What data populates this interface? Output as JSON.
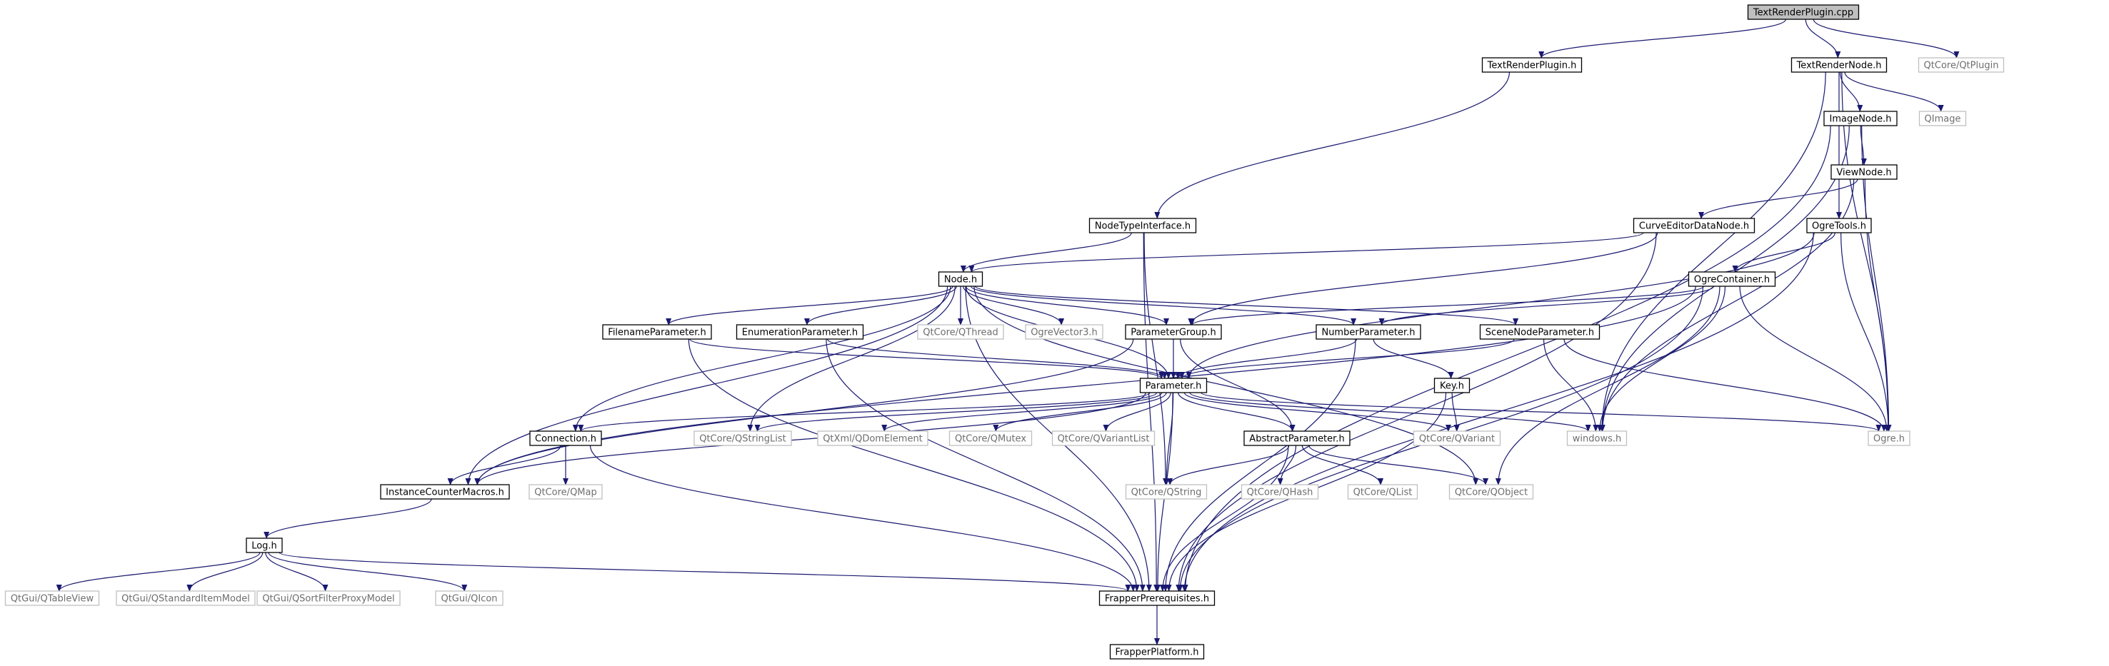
{
  "graph": {
    "edge_color": "#191970",
    "root_fill": "#bfbfbf",
    "external_border": "#bfbfbf",
    "project_border": "#000000",
    "nodes": [
      {
        "id": "trp_cpp",
        "label": "TextRenderPlugin.cpp",
        "kind": "root"
      },
      {
        "id": "trp_h",
        "label": "TextRenderPlugin.h",
        "kind": "project"
      },
      {
        "id": "trn_h",
        "label": "TextRenderNode.h",
        "kind": "project"
      },
      {
        "id": "qtplugin",
        "label": "QtCore/QtPlugin",
        "kind": "external"
      },
      {
        "id": "imagenode",
        "label": "ImageNode.h",
        "kind": "project"
      },
      {
        "id": "qimage",
        "label": "QImage",
        "kind": "external"
      },
      {
        "id": "viewnode",
        "label": "ViewNode.h",
        "kind": "project"
      },
      {
        "id": "ntif",
        "label": "NodeTypeInterface.h",
        "kind": "project"
      },
      {
        "id": "curve",
        "label": "CurveEditorDataNode.h",
        "kind": "project"
      },
      {
        "id": "ogretools",
        "label": "OgreTools.h",
        "kind": "project"
      },
      {
        "id": "node",
        "label": "Node.h",
        "kind": "project"
      },
      {
        "id": "ogrecont",
        "label": "OgreContainer.h",
        "kind": "project"
      },
      {
        "id": "filenamep",
        "label": "FilenameParameter.h",
        "kind": "project"
      },
      {
        "id": "enump",
        "label": "EnumerationParameter.h",
        "kind": "project"
      },
      {
        "id": "qthread",
        "label": "QtCore/QThread",
        "kind": "external"
      },
      {
        "id": "ogrevec",
        "label": "OgreVector3.h",
        "kind": "external"
      },
      {
        "id": "pgroup",
        "label": "ParameterGroup.h",
        "kind": "project"
      },
      {
        "id": "nump",
        "label": "NumberParameter.h",
        "kind": "project"
      },
      {
        "id": "scenep",
        "label": "SceneNodeParameter.h",
        "kind": "project"
      },
      {
        "id": "param",
        "label": "Parameter.h",
        "kind": "project"
      },
      {
        "id": "key",
        "label": "Key.h",
        "kind": "project"
      },
      {
        "id": "connection",
        "label": "Connection.h",
        "kind": "project"
      },
      {
        "id": "qstringlist",
        "label": "QtCore/QStringList",
        "kind": "external"
      },
      {
        "id": "qdom",
        "label": "QtXml/QDomElement",
        "kind": "external"
      },
      {
        "id": "qmutex",
        "label": "QtCore/QMutex",
        "kind": "external"
      },
      {
        "id": "qvarlist",
        "label": "QtCore/QVariantList",
        "kind": "external"
      },
      {
        "id": "abstractp",
        "label": "AbstractParameter.h",
        "kind": "project"
      },
      {
        "id": "qvariant",
        "label": "QtCore/QVariant",
        "kind": "external"
      },
      {
        "id": "windows",
        "label": "windows.h",
        "kind": "external"
      },
      {
        "id": "ogre",
        "label": "Ogre.h",
        "kind": "external"
      },
      {
        "id": "icm",
        "label": "InstanceCounterMacros.h",
        "kind": "project"
      },
      {
        "id": "qmap",
        "label": "QtCore/QMap",
        "kind": "external"
      },
      {
        "id": "qstring",
        "label": "QtCore/QString",
        "kind": "external"
      },
      {
        "id": "qhash",
        "label": "QtCore/QHash",
        "kind": "external"
      },
      {
        "id": "qlist",
        "label": "QtCore/QList",
        "kind": "external"
      },
      {
        "id": "qobject",
        "label": "QtCore/QObject",
        "kind": "external"
      },
      {
        "id": "log",
        "label": "Log.h",
        "kind": "project"
      },
      {
        "id": "qtableview",
        "label": "QtGui/QTableView",
        "kind": "external"
      },
      {
        "id": "qsim",
        "label": "QtGui/QStandardItemModel",
        "kind": "external"
      },
      {
        "id": "qsfpm",
        "label": "QtGui/QSortFilterProxyModel",
        "kind": "external"
      },
      {
        "id": "qicon",
        "label": "QtGui/QIcon",
        "kind": "external"
      },
      {
        "id": "fprereq",
        "label": "FrapperPrerequisites.h",
        "kind": "project"
      },
      {
        "id": "fplat",
        "label": "FrapperPlatform.h",
        "kind": "project"
      }
    ],
    "edges": [
      [
        "trp_cpp",
        "trp_h"
      ],
      [
        "trp_cpp",
        "trn_h"
      ],
      [
        "trp_cpp",
        "qtplugin"
      ],
      [
        "trp_h",
        "ntif"
      ],
      [
        "trn_h",
        "imagenode"
      ],
      [
        "trn_h",
        "qimage"
      ],
      [
        "trn_h",
        "ogretools"
      ],
      [
        "trn_h",
        "windows"
      ],
      [
        "trn_h",
        "ogre"
      ],
      [
        "imagenode",
        "viewnode"
      ],
      [
        "imagenode",
        "windows"
      ],
      [
        "imagenode",
        "ogre"
      ],
      [
        "imagenode",
        "fprereq"
      ],
      [
        "viewnode",
        "curve"
      ],
      [
        "viewnode",
        "windows"
      ],
      [
        "viewnode",
        "ogre"
      ],
      [
        "curve",
        "node"
      ],
      [
        "curve",
        "pgroup"
      ],
      [
        "curve",
        "fprereq"
      ],
      [
        "ogretools",
        "ogrecont"
      ],
      [
        "ogretools",
        "param"
      ],
      [
        "ogretools",
        "ogre"
      ],
      [
        "ogretools",
        "fprereq"
      ],
      [
        "ntif",
        "node"
      ],
      [
        "ntif",
        "qstring"
      ],
      [
        "ntif",
        "fprereq"
      ],
      [
        "node",
        "filenamep"
      ],
      [
        "node",
        "enump"
      ],
      [
        "node",
        "qthread"
      ],
      [
        "node",
        "ogrevec"
      ],
      [
        "node",
        "pgroup"
      ],
      [
        "node",
        "nump"
      ],
      [
        "node",
        "scenep"
      ],
      [
        "node",
        "param"
      ],
      [
        "node",
        "connection"
      ],
      [
        "node",
        "icm"
      ],
      [
        "node",
        "qstringlist"
      ],
      [
        "node",
        "qobject"
      ],
      [
        "node",
        "fprereq"
      ],
      [
        "ogrecont",
        "pgroup"
      ],
      [
        "ogrecont",
        "nump"
      ],
      [
        "ogrecont",
        "windows"
      ],
      [
        "ogrecont",
        "ogre"
      ],
      [
        "ogrecont",
        "qobject"
      ],
      [
        "ogrecont",
        "icm"
      ],
      [
        "ogrecont",
        "fprereq"
      ],
      [
        "filenamep",
        "param"
      ],
      [
        "filenamep",
        "fprereq"
      ],
      [
        "enump",
        "param"
      ],
      [
        "enump",
        "fprereq"
      ],
      [
        "pgroup",
        "param"
      ],
      [
        "pgroup",
        "abstractp"
      ],
      [
        "pgroup",
        "icm"
      ],
      [
        "nump",
        "param"
      ],
      [
        "nump",
        "key"
      ],
      [
        "nump",
        "fprereq"
      ],
      [
        "scenep",
        "param"
      ],
      [
        "scenep",
        "windows"
      ],
      [
        "scenep",
        "ogre"
      ],
      [
        "key",
        "qvariant"
      ],
      [
        "key",
        "fprereq"
      ],
      [
        "param",
        "connection"
      ],
      [
        "param",
        "qstringlist"
      ],
      [
        "param",
        "qdom"
      ],
      [
        "param",
        "qmutex"
      ],
      [
        "param",
        "qvarlist"
      ],
      [
        "param",
        "abstractp"
      ],
      [
        "param",
        "qvariant"
      ],
      [
        "param",
        "windows"
      ],
      [
        "param",
        "ogre"
      ],
      [
        "param",
        "icm"
      ],
      [
        "param",
        "qstring"
      ],
      [
        "param",
        "fprereq"
      ],
      [
        "connection",
        "icm"
      ],
      [
        "connection",
        "qmap"
      ],
      [
        "connection",
        "fprereq"
      ],
      [
        "abstractp",
        "qstring"
      ],
      [
        "abstractp",
        "qhash"
      ],
      [
        "abstractp",
        "qlist"
      ],
      [
        "abstractp",
        "qobject"
      ],
      [
        "abstractp",
        "fprereq"
      ],
      [
        "icm",
        "log"
      ],
      [
        "log",
        "qtableview"
      ],
      [
        "log",
        "qsim"
      ],
      [
        "log",
        "qsfpm"
      ],
      [
        "log",
        "qicon"
      ],
      [
        "log",
        "fprereq"
      ],
      [
        "fprereq",
        "fplat"
      ]
    ]
  }
}
